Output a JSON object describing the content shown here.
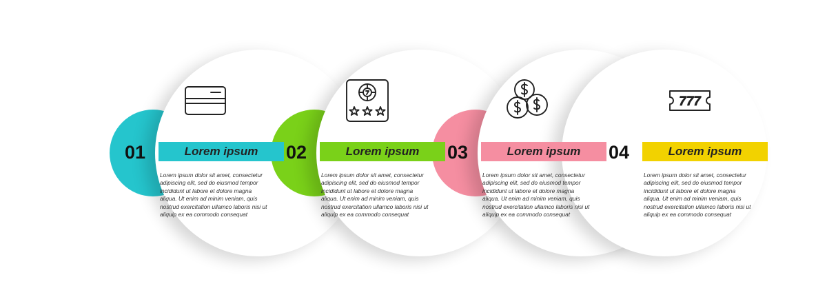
{
  "colors": {
    "teal": "#25c5cd",
    "green": "#7ad119",
    "pink": "#f58ea1",
    "yellow": "#f2d200"
  },
  "steps": [
    {
      "number": "01",
      "title": "Lorem ipsum",
      "icon": "credit-card-icon",
      "color": "#25c5cd",
      "text": "Lorem ipsum dolor sit amet, consectetur adipiscing elit, sed do eiusmod tempor incididunt ut labore et dolore magna aliqua. Ut enim ad minim veniam, quis nostrud exercitation ullamco laboris nisi ut aliquip ex ea commodo consequat"
    },
    {
      "number": "02",
      "title": "Lorem ipsum",
      "icon": "casino-chip-rating-icon",
      "color": "#7ad119",
      "text": "Lorem ipsum dolor sit amet, consectetur adipiscing elit, sed do eiusmod tempor incididunt ut labore et dolore magna aliqua. Ut enim ad minim veniam, quis nostrud exercitation ullamco laboris nisi ut aliquip ex ea commodo consequat"
    },
    {
      "number": "03",
      "title": "Lorem ipsum",
      "icon": "dollar-coins-icon",
      "color": "#f58ea1",
      "text": "Lorem ipsum dolor sit amet, consectetur adipiscing elit, sed do eiusmod tempor incididunt ut labore et dolore magna aliqua. Ut enim ad minim veniam, quis nostrud exercitation ullamco laboris nisi ut aliquip ex ea commodo consequat"
    },
    {
      "number": "04",
      "title": "Lorem ipsum",
      "icon": "slot-777-ticket-icon",
      "color": "#f2d200",
      "text": "Lorem ipsum dolor sit amet, consectetur adipiscing elit, sed do eiusmod tempor incididunt ut labore et dolore magna aliqua. Ut enim ad minim veniam, quis nostrud exercitation ullamco laboris nisi ut aliquip ex ea commodo consequat"
    }
  ],
  "slot_digits": "777"
}
